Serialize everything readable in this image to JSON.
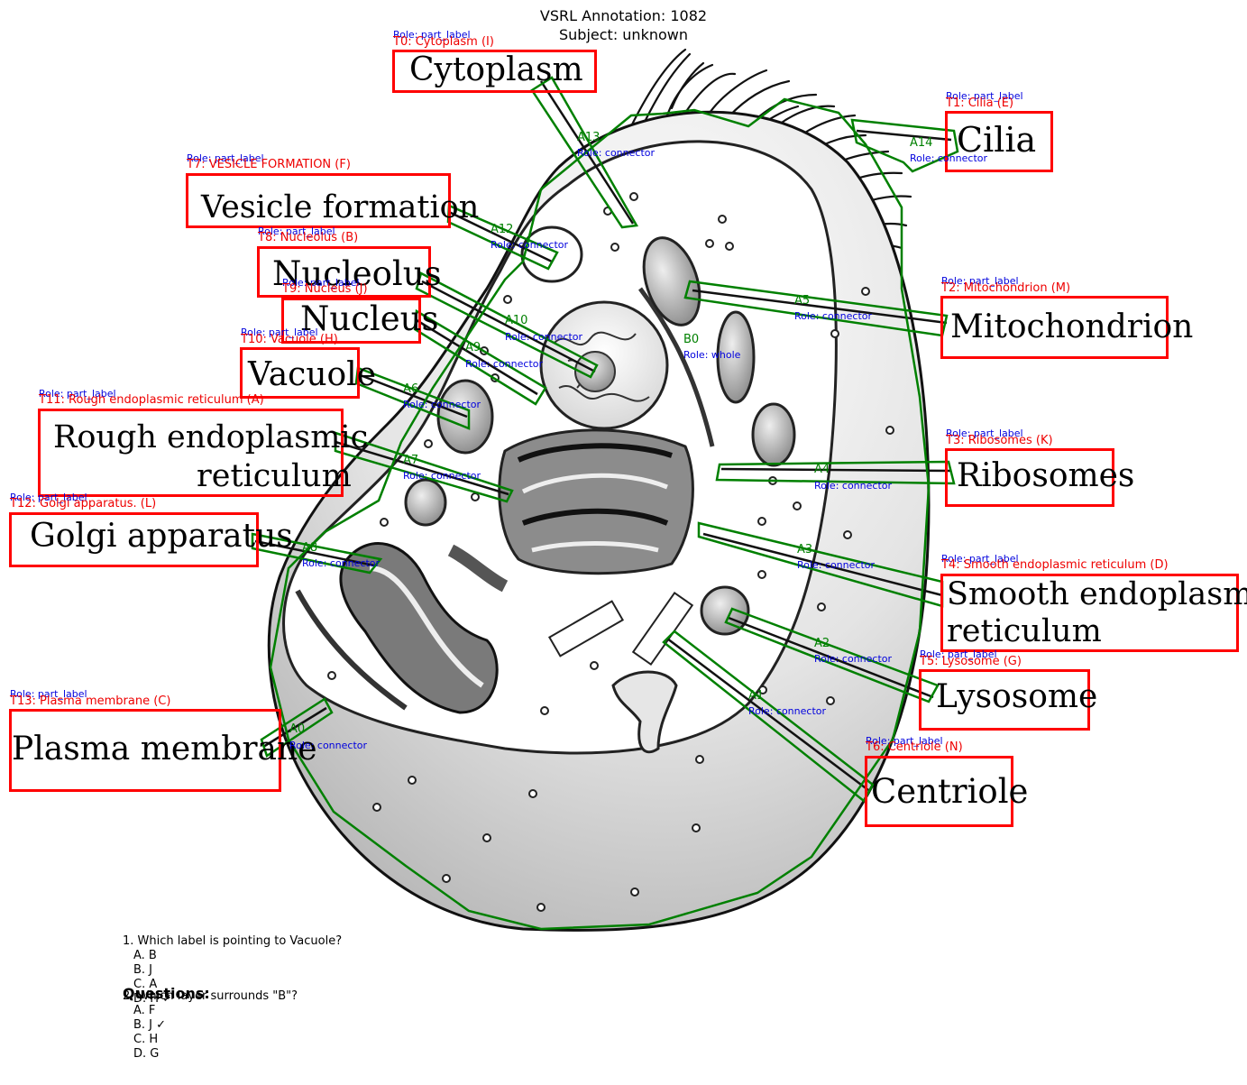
{
  "header": {
    "line1": "VSRL Annotation: 1082",
    "line2": "Subject: unknown"
  },
  "labels": {
    "t0": {
      "role": "Role: part_label",
      "tag": "T0: Cytoplasm (I)",
      "text": "Cytoplasm"
    },
    "t1": {
      "role": "Role: part_label",
      "tag": "T1: Cilia (E)",
      "text": "Cilia"
    },
    "t2": {
      "role": "Role: part_label",
      "tag": "T2: Mitochondrion (M)",
      "text": "Mitochondrion"
    },
    "t3": {
      "role": "Role: part_label",
      "tag": "T3: Ribosomes (K)",
      "text": "Ribosomes"
    },
    "t4": {
      "role": "Role: part_label",
      "tag": "T4: Smooth endoplasmic reticulum (D)",
      "text1": "Smooth endoplasmic",
      "text2": "reticulum"
    },
    "t5": {
      "role": "Role: part_label",
      "tag": "T5: Lysosome (G)",
      "text": "Lysosome"
    },
    "t6": {
      "role": "Role: part_label",
      "tag": "T6: Centriole (N)",
      "text": "Centriole"
    },
    "t7": {
      "role": "Role: part_label",
      "tag": "T7: VESICLE FORMATION (F)",
      "text": "Vesicle formation"
    },
    "t8": {
      "role": "Role: part_label",
      "tag": "T8: Nucleolus (B)",
      "text": "Nucleolus"
    },
    "t9": {
      "role": "Role: part_label",
      "tag": "T9: Nucleus (J)",
      "text": "Nucleus"
    },
    "t10": {
      "role": "Role: part_label",
      "tag": "T10: Vacuole (H)",
      "text": "Vacuole"
    },
    "t11": {
      "role": "Role: part_label",
      "tag": "T11: Rough endoplasmic reticulum (A)",
      "text1": "Rough endoplasmic",
      "text2": "reticulum"
    },
    "t12": {
      "role": "Role: part_label",
      "tag": "T12: Golgi apparatus. (L)",
      "text": "Golgi apparatus"
    },
    "t13": {
      "role": "Role: part_label",
      "tag": "T13: Plasma membrane (C)",
      "text": "Plasma membrane"
    }
  },
  "arrows": {
    "a0": {
      "id": "A0",
      "role": "Role: connector"
    },
    "a1": {
      "id": "A1",
      "role": "Role: connector"
    },
    "a2": {
      "id": "A2",
      "role": "Role: connector"
    },
    "a3": {
      "id": "A3",
      "role": "Role: connector"
    },
    "a4": {
      "id": "A4",
      "role": "Role: connector"
    },
    "a5": {
      "id": "A5",
      "role": "Role: connector"
    },
    "a6": {
      "id": "A6",
      "role": "Role: connector"
    },
    "a7": {
      "id": "A7",
      "role": "Role: connector"
    },
    "a8": {
      "id": "A8",
      "role": "Role: connector"
    },
    "a9": {
      "id": "A9",
      "role": "Role: connector"
    },
    "a10": {
      "id": "A10",
      "role": "Role: connector"
    },
    "a12": {
      "id": "A12",
      "role": "Role: connector"
    },
    "a13": {
      "id": "A13",
      "role": "Role: connector"
    },
    "a14": {
      "id": "A14",
      "role": "Role: connector"
    }
  },
  "blob": {
    "id": "B0",
    "role": "Role: whole"
  },
  "questions": {
    "heading": "Questions:",
    "q1": {
      "text": "1. Which label is pointing to Vacuole?",
      "options": [
        "A. B",
        "B. J",
        "C. A",
        "D. H ✓"
      ]
    },
    "q2": {
      "text": "2. Which layer surrounds \"B\"?",
      "options": [
        "A. F",
        "B. J ✓",
        "C. H",
        "D. G"
      ]
    }
  },
  "colors": {
    "label_box": "#ff0000",
    "annotation": "#008000",
    "role": "#0000dd"
  }
}
